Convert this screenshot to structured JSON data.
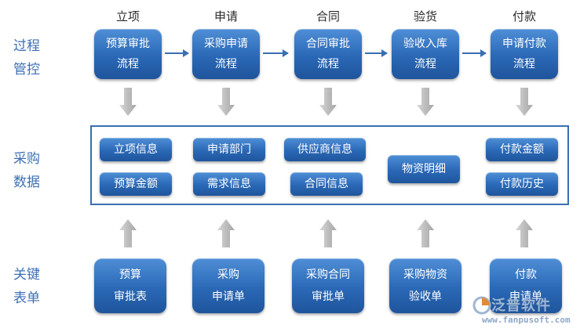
{
  "stages": [
    "立项",
    "申请",
    "合同",
    "验货",
    "付款"
  ],
  "rows": {
    "process": [
      "过程",
      "管控"
    ],
    "data": [
      "采购",
      "数据"
    ],
    "forms": [
      "关键",
      "表单"
    ]
  },
  "process_boxes": [
    [
      "预算审批",
      "流程"
    ],
    [
      "采购申请",
      "流程"
    ],
    [
      "合同审批",
      "流程"
    ],
    [
      "验收入库",
      "流程"
    ],
    [
      "申请付款",
      "流程"
    ]
  ],
  "data_items": {
    "project_info": "立项信息",
    "budget_amount": "预算金额",
    "request_dept": "申请部门",
    "demand_info": "需求信息",
    "supplier_info": "供应商信息",
    "contract_info": "合同信息",
    "material_detail": "物资明细",
    "payment_amount": "付款金额",
    "payment_history": "付款历史"
  },
  "form_boxes": [
    [
      "预算",
      "审批表"
    ],
    [
      "采购",
      "申请单"
    ],
    [
      "采购合同",
      "审批单"
    ],
    [
      "采购物资",
      "验收单"
    ],
    [
      "付款",
      "申请单"
    ]
  ],
  "watermark": {
    "name": "泛普软件",
    "url": "www.fanpusoft.com"
  },
  "colors": {
    "box_top": "#4f8fd6",
    "box_bottom": "#1f559c",
    "row_label": "#3d6fb3",
    "frame": "#3a6fb0",
    "arrow_gray": "#b9b9b9"
  }
}
